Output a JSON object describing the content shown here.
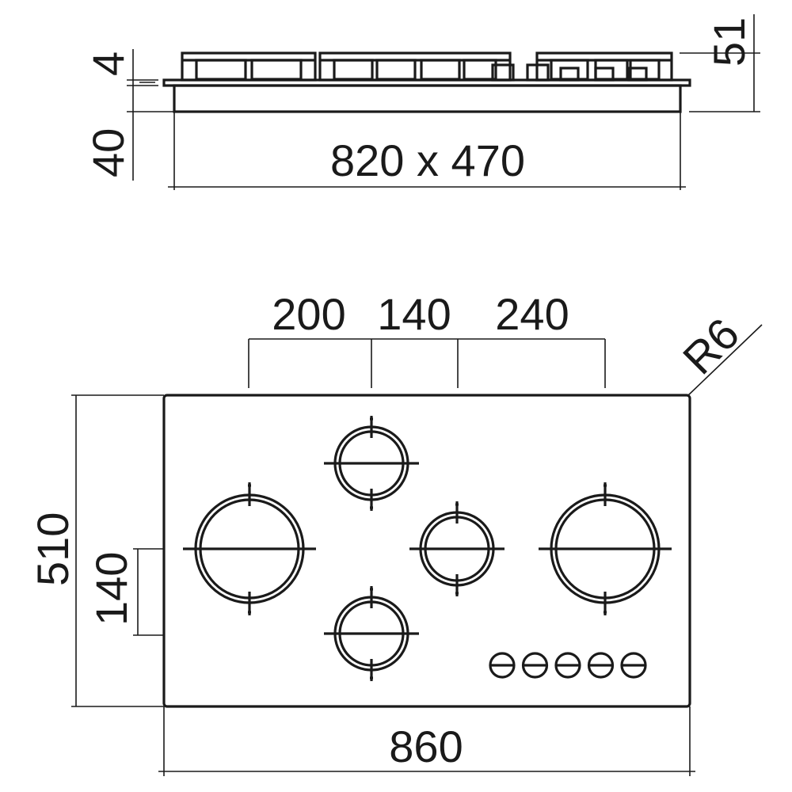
{
  "side_view": {
    "height_top": "4",
    "height_body": "40",
    "height_total": "51",
    "cutout": "820 x 470"
  },
  "top_view": {
    "spacing_1": "200",
    "spacing_2": "140",
    "spacing_3": "240",
    "corner_radius": "R6",
    "width": "860",
    "depth": "510",
    "burner_offset": "140",
    "knob_count": 5
  }
}
